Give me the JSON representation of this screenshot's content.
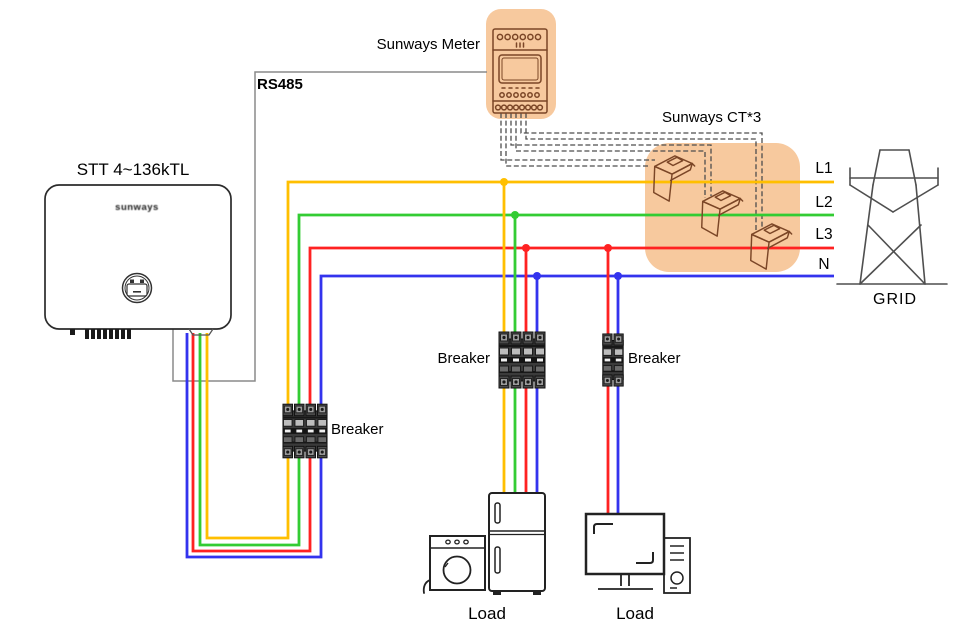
{
  "labels": {
    "meter": "Sunways Meter",
    "rs485": "RS485",
    "inverter": "STT 4~136kTL",
    "inverter_logo": "sunways",
    "ct": "Sunways CT*3",
    "breaker_left": "Breaker",
    "breaker_middle": "Breaker",
    "breaker_right": "Breaker",
    "line_l1": "L1",
    "line_l2": "L2",
    "line_l3": "L3",
    "line_n": "N",
    "grid": "GRID",
    "load_left": "Load",
    "load_right": "Load"
  },
  "colors": {
    "l1_yellow": "#FFBF00",
    "l2_green": "#33CC33",
    "l3_red": "#FF2222",
    "n_blue": "#3333EE",
    "highlight_orange": "#F7C99E",
    "device_brown": "#7B4627",
    "rs485_gray": "#8A8A8A"
  },
  "diagram": {
    "type": "wiring-diagram",
    "nodes": [
      {
        "id": "inverter",
        "label": "STT 4~136kTL",
        "kind": "solar inverter"
      },
      {
        "id": "meter",
        "label": "Sunways Meter",
        "kind": "din-rail energy meter"
      },
      {
        "id": "cts",
        "label": "Sunways CT*3",
        "kind": "3 current transformers"
      },
      {
        "id": "breaker-left",
        "label": "Breaker",
        "kind": "4-pole breaker"
      },
      {
        "id": "breaker-middle",
        "label": "Breaker",
        "kind": "4-pole breaker"
      },
      {
        "id": "breaker-right",
        "label": "Breaker",
        "kind": "2-pole breaker"
      },
      {
        "id": "load-left",
        "label": "Load",
        "kind": "washing machine and refrigerator"
      },
      {
        "id": "load-right",
        "label": "Load",
        "kind": "computer"
      },
      {
        "id": "grid",
        "label": "GRID",
        "kind": "utility transmission tower"
      }
    ],
    "phase_lines": [
      {
        "name": "L1",
        "color": "yellow"
      },
      {
        "name": "L2",
        "color": "green"
      },
      {
        "name": "L3",
        "color": "red"
      },
      {
        "name": "N",
        "color": "blue"
      }
    ],
    "connections": [
      {
        "from": "inverter",
        "to": "meter",
        "label": "RS485",
        "style": "solid gray"
      },
      {
        "from": "inverter",
        "through": "breaker-left",
        "to": "L1/L2/L3/N bus",
        "wires": [
          "L1",
          "L2",
          "L3",
          "N"
        ]
      },
      {
        "from": "L1/L2/L3/N bus",
        "to": "grid",
        "wires": [
          "L1",
          "L2",
          "L3",
          "N"
        ]
      },
      {
        "from": "meter",
        "to": "cts",
        "style": "dashed signal pairs x3"
      },
      {
        "ct_placement": [
          "CT1 clamped on L1",
          "CT2 clamped on L2",
          "CT3 clamped on L3"
        ]
      },
      {
        "from": "L1/L2/L3/N bus",
        "through": "breaker-middle",
        "to": "load-left",
        "wires": [
          "L1",
          "L2",
          "L3",
          "N"
        ]
      },
      {
        "from": "L3/N bus",
        "through": "breaker-right",
        "to": "load-right",
        "wires": [
          "L3",
          "N"
        ]
      }
    ]
  }
}
